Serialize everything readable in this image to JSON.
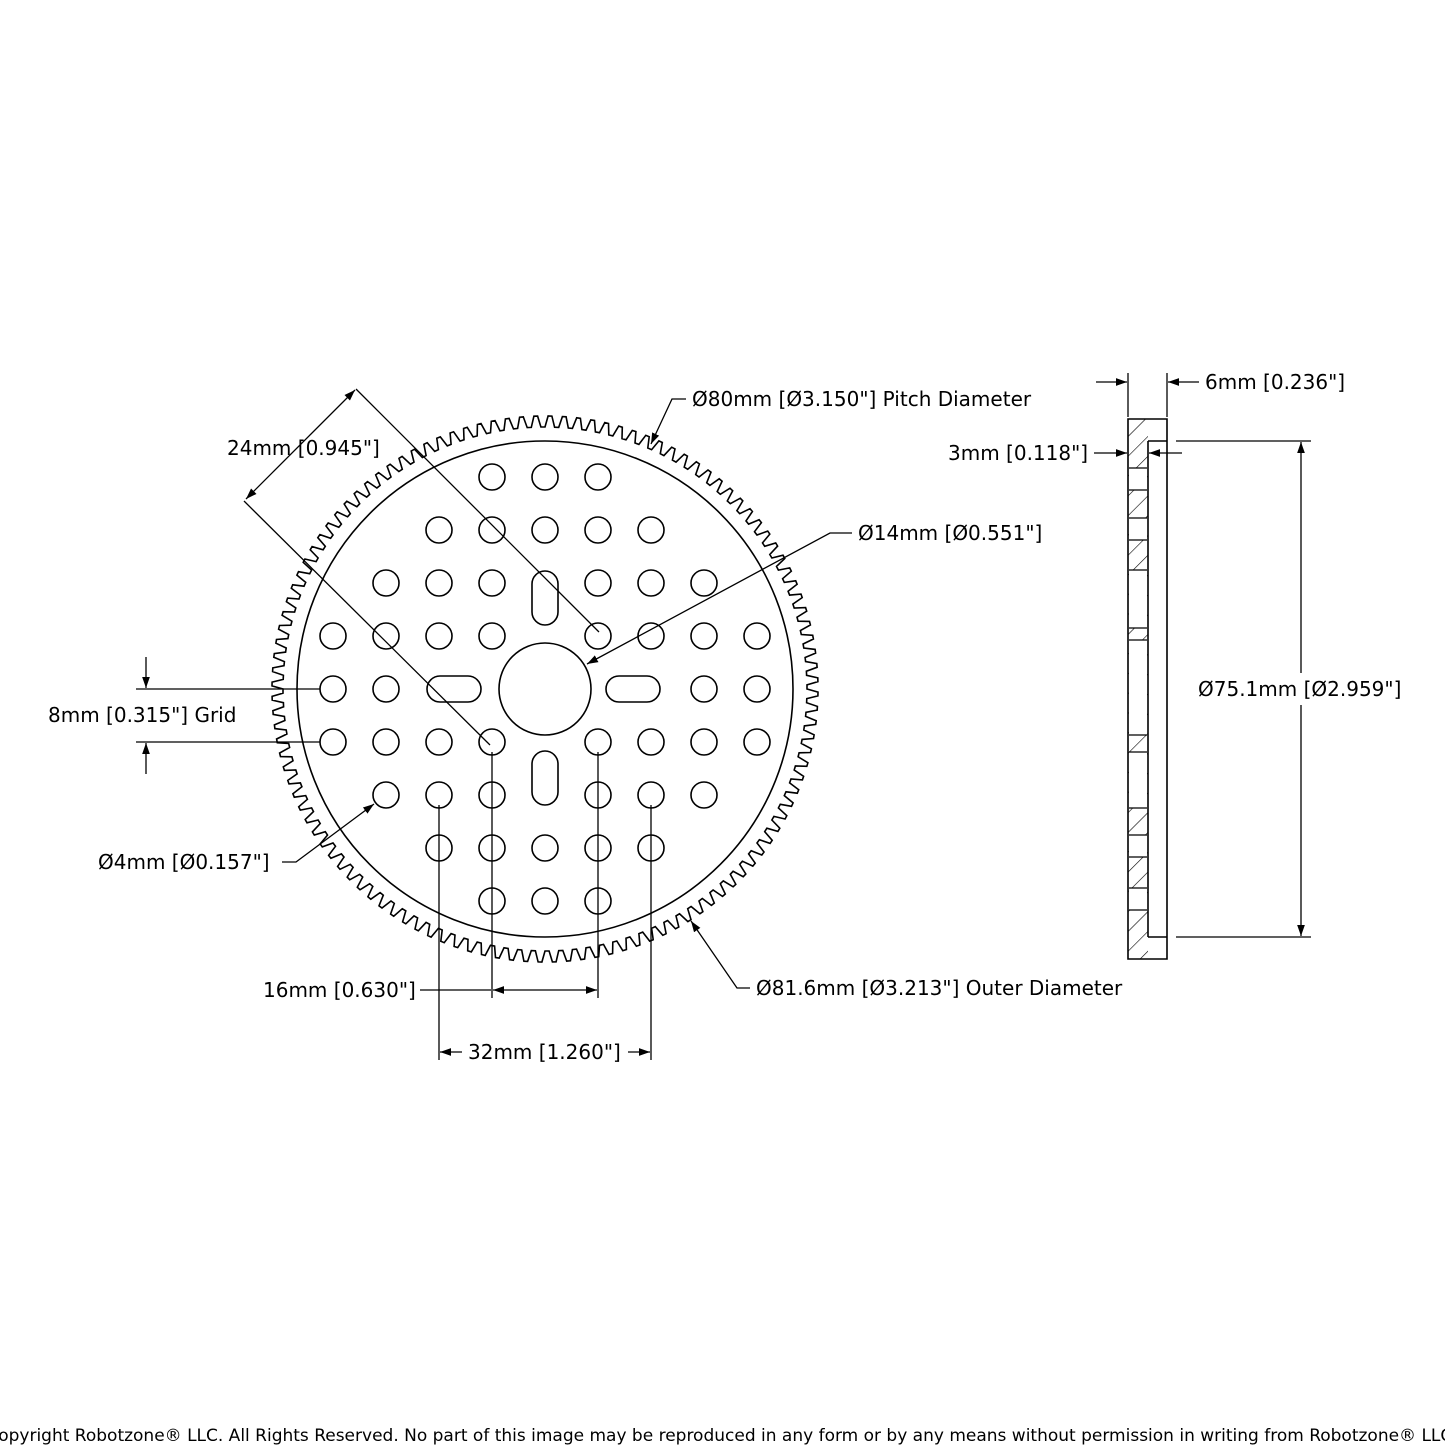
{
  "labels": {
    "pitch_diameter": "Ø80mm [Ø3.150\"] Pitch Diameter",
    "slot_spacing": "24mm [0.945\"]",
    "center_bore": "Ø14mm [Ø0.551\"]",
    "grid": "8mm [0.315\"] Grid",
    "hole_diameter": "Ø4mm [Ø0.157\"]",
    "spacing_16": "16mm [0.630\"]",
    "spacing_32": "32mm [1.260\"]",
    "outer_diameter": "Ø81.6mm [Ø3.213\"] Outer Diameter",
    "total_thickness": "6mm [0.236\"]",
    "hub_thickness": "3mm [0.118\"]",
    "hub_diameter": "Ø75.1mm [Ø2.959\"]"
  },
  "gear": {
    "teeth": 120
  },
  "copyright": "Copyright Robotzone® LLC.  All Rights Reserved. No part of this image may be reproduced in any form or by any means without permission in writing from Robotzone® LLC."
}
